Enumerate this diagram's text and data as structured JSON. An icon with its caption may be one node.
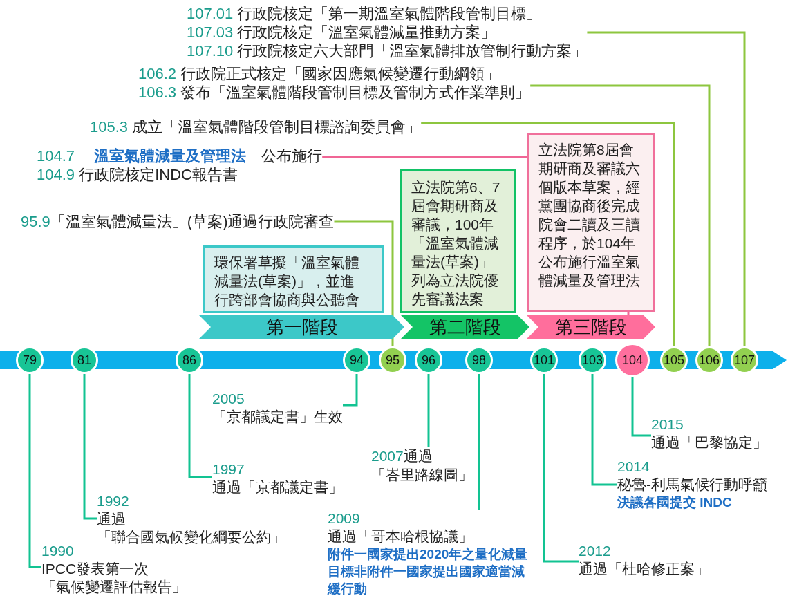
{
  "diagram": {
    "nodes": [
      {
        "text": [
          "107.01 行政院核定「第一期溫室氣體階段管制目標」",
          "107.03 行政院核定「溫室氣體減量推動方案」",
          "107.10 行政院核定六大部門「溫室氣體排放管制行動方案」"
        ]
      },
      {
        "text": [
          "106.2 行政院正式核定「國家因應氣候變遷行動綱領」",
          "106.3 發布「溫室氣體階段管制目標及管制方式作業準則」"
        ]
      },
      {
        "text": [
          "105.3 成立「溫室氣體階段管制目標諮詢委員會」"
        ]
      },
      {
        "text": [
          "104.7 「**溫室氣體減量及管理法**」公布施行",
          "104.9 行政院核定INDC報告書"
        ]
      },
      {
        "text": [
          "95.9「溫室氣體減量法」(草案)通過行政院審查"
        ]
      },
      {
        "text": [
          "環保署草擬「溫室氣體減量法(草案)」，並進行跨部會協商與公聽會"
        ]
      },
      {
        "text": [
          "立法院第6、7屆會期研商及審議，100年「溫室氣體減量法(草案)」列為立法院優先審議法案"
        ]
      },
      {
        "text": [
          "立法院第8屆會期研商及審議六個版本草案，經黨團協商後完成院會二讀及三讀程序，於104年公布施行溫室氣體減量及管理法"
        ]
      },
      {
        "text": [
          "第一階段"
        ]
      },
      {
        "text": [
          "第二階段"
        ]
      },
      {
        "text": [
          "第三階段"
        ]
      },
      {
        "text": [
          "79"
        ]
      },
      {
        "text": [
          "81"
        ]
      },
      {
        "text": [
          "86"
        ]
      },
      {
        "text": [
          "94"
        ]
      },
      {
        "text": [
          "95"
        ]
      },
      {
        "text": [
          "96"
        ]
      },
      {
        "text": [
          "98"
        ]
      },
      {
        "text": [
          "101"
        ]
      },
      {
        "text": [
          "103"
        ]
      },
      {
        "text": [
          "104"
        ]
      },
      {
        "text": [
          "105"
        ]
      },
      {
        "text": [
          "106"
        ]
      },
      {
        "text": [
          "107"
        ]
      },
      {
        "text": [
          "2005",
          "「京都議定書」生效"
        ]
      },
      {
        "text": [
          "2015",
          "通過「巴黎協定」"
        ]
      },
      {
        "text": [
          "2007通過「峇里路線圖」"
        ]
      },
      {
        "text": [
          "2014",
          "秘魯-利馬氣候行動呼籲",
          "決議各國提交 INDC"
        ]
      },
      {
        "text": [
          "1997",
          "通過「京都議定書」"
        ]
      },
      {
        "text": [
          "1992",
          "通過「聯合國氣候變化綱要公約」"
        ]
      },
      {
        "text": [
          "2009",
          "通過「哥本哈根協議」",
          "附件一國家提出2020年之量化減量目標非附件一國家提出國家適當減緩行動"
        ]
      },
      {
        "text": [
          "1990",
          "IPCC發表第一次「氣候變遷評估報告」"
        ]
      },
      {
        "text": [
          "2012",
          "通過「杜哈修正案」"
        ]
      }
    ],
    "edges": [
      {
        "from": 23,
        "to": 0,
        "arrow": "none",
        "color": "#8dc63f"
      },
      {
        "from": 22,
        "to": 1,
        "arrow": "none",
        "color": "#8dc63f"
      },
      {
        "from": 21,
        "to": 2,
        "arrow": "none",
        "color": "#8dc63f"
      },
      {
        "from": 3,
        "to": 7,
        "arrow": "none",
        "color": "#f06595"
      },
      {
        "from": 7,
        "to": 10,
        "arrow": "none",
        "color": "#f06595"
      },
      {
        "from": 15,
        "to": 4,
        "arrow": "none",
        "color": "#8dc63f"
      },
      {
        "from": 11,
        "to": 31,
        "arrow": "none"
      },
      {
        "from": 12,
        "to": 29,
        "arrow": "none"
      },
      {
        "from": 13,
        "to": 28,
        "arrow": "none"
      },
      {
        "from": 14,
        "to": 24,
        "arrow": "none"
      },
      {
        "from": 16,
        "to": 26,
        "arrow": "none"
      },
      {
        "from": 17,
        "to": 30,
        "arrow": "none"
      },
      {
        "from": 18,
        "to": 32,
        "arrow": "none"
      },
      {
        "from": 19,
        "to": 27,
        "arrow": "none"
      },
      {
        "from": 20,
        "to": 25,
        "arrow": "none"
      }
    ]
  }
}
